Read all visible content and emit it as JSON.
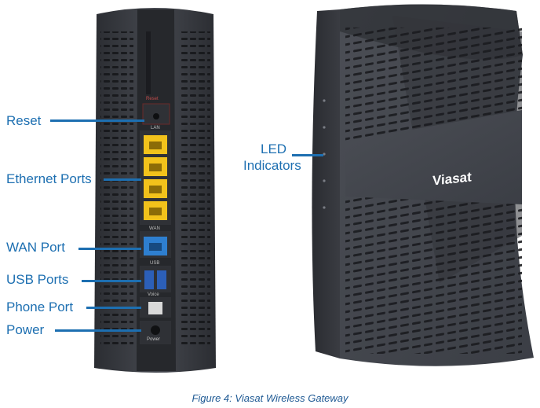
{
  "labels": {
    "reset": "Reset",
    "ethernet_ports": "Ethernet Ports",
    "wan_port": "WAN Port",
    "usb_ports": "USB Ports",
    "phone_port": "Phone Port",
    "power": "Power",
    "led_indicators": [
      "LED",
      "Indicators"
    ]
  },
  "device_markings": {
    "reset": "Reset",
    "lan": "LAN",
    "wan": "WAN",
    "usb": "USB",
    "voice": "Voice",
    "power": "Power",
    "brand": "Viasat"
  },
  "caption": "Figure 4: Viasat Wireless Gateway",
  "colors": {
    "label": "#1d6fb1",
    "caption": "#1f5a94",
    "device_body": "#3a3d44",
    "ethernet_port": "#f2c21b",
    "wan_port": "#2e7fd0",
    "usb_port": "#2c5fb8"
  }
}
